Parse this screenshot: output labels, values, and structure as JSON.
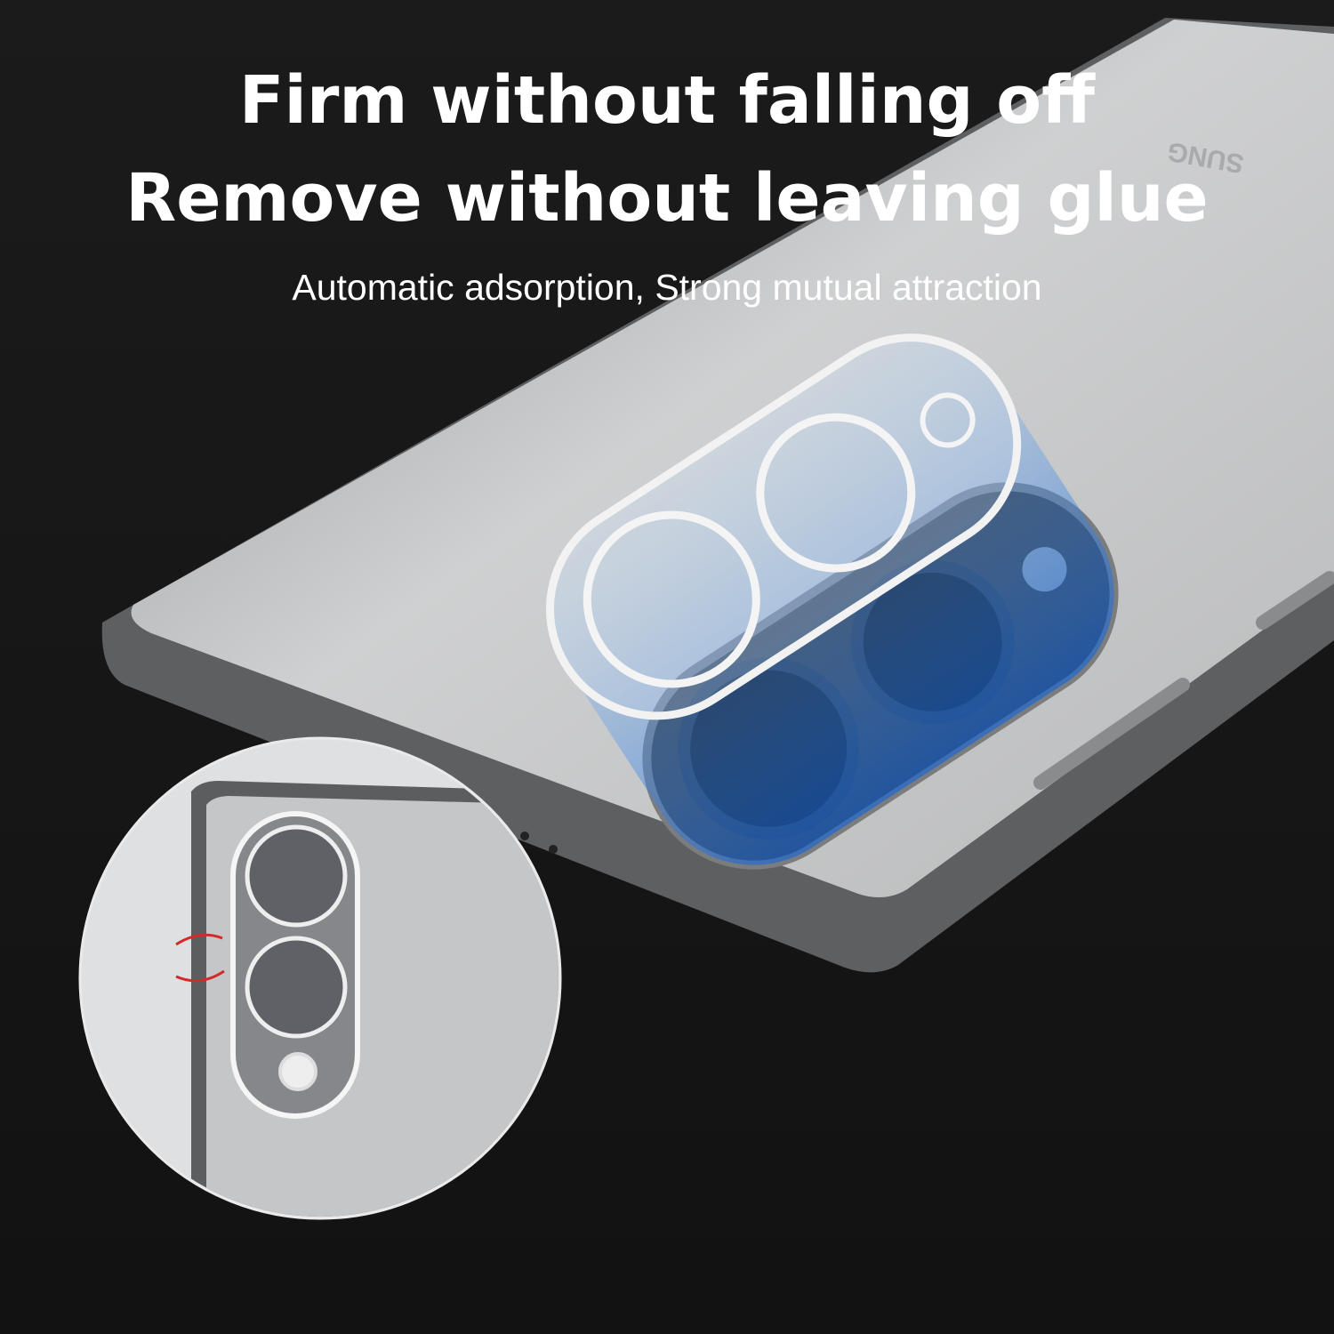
{
  "headline": {
    "line1": "Firm without falling off",
    "line2": "Remove without leaving glue"
  },
  "subtitle": "Automatic adsorption,  Strong mutual attraction",
  "phone_logo": "SUNG",
  "colors": {
    "background": "#161616",
    "phone_back": "#c9cacb",
    "frame": "#6f7072",
    "magnet_blue": "#1e74d8",
    "arrow": "#d22a2a"
  }
}
